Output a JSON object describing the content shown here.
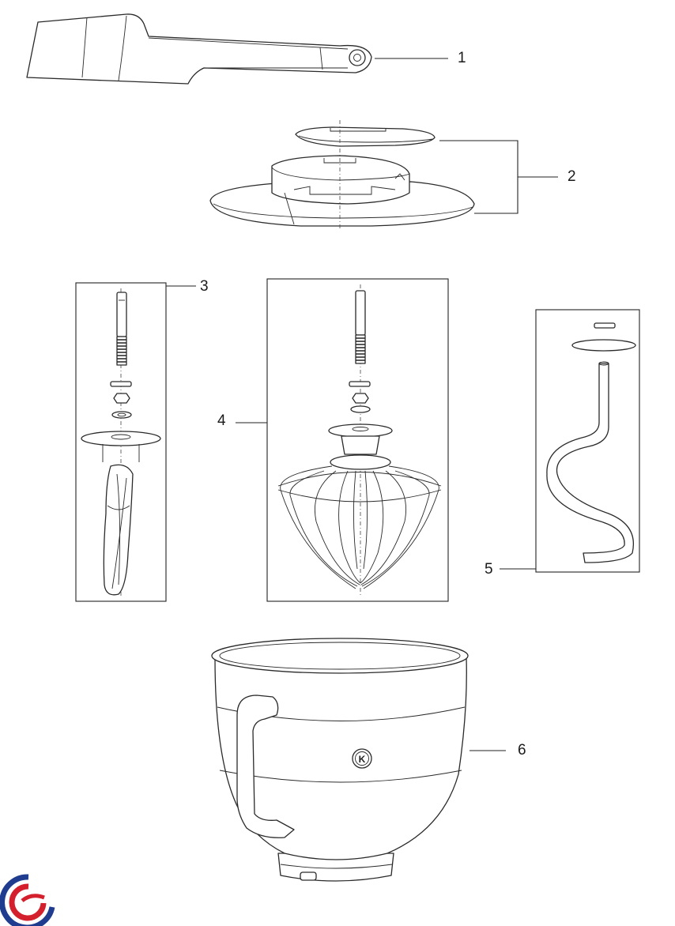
{
  "callouts": [
    {
      "number": "1",
      "part": "spatula"
    },
    {
      "number": "2",
      "part": "pouring-shield"
    },
    {
      "number": "3",
      "part": "flat-beater"
    },
    {
      "number": "4",
      "part": "wire-whip"
    },
    {
      "number": "5",
      "part": "dough-hook"
    },
    {
      "number": "6",
      "part": "mixing-bowl"
    }
  ],
  "bowl_logo_letter": "K",
  "colors": {
    "line": "#222222",
    "logo_red": "#d4202c",
    "logo_blue": "#1f3c8f"
  }
}
